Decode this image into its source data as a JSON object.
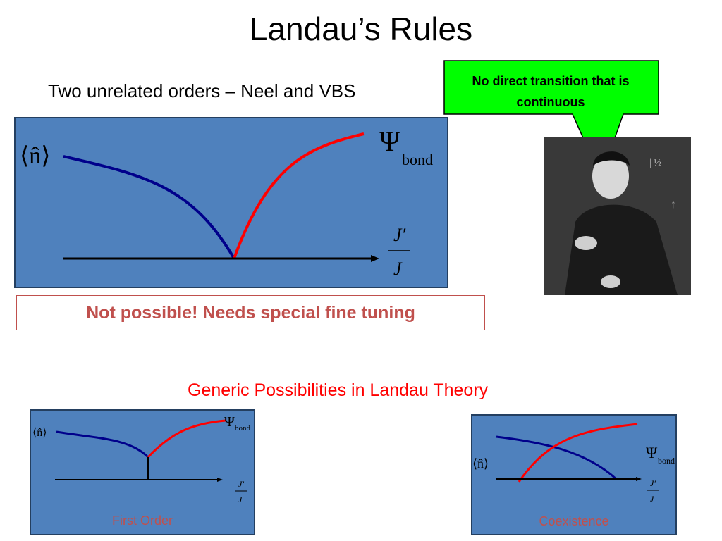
{
  "slide": {
    "title": "Landau’s Rules",
    "subtitle": "Two unrelated orders – Neel and VBS",
    "callout": "No direct transition that is continuous",
    "warning": "Not possible! Needs special fine tuning",
    "generic_heading": "Generic Possibilities in Landau Theory"
  },
  "main_diagram": {
    "order_param_left": "⟨n̂⟩",
    "order_param_right_symbol": "Ψ",
    "order_param_right_sub": "bond",
    "axis_numerator": "J′",
    "axis_denominator": "J",
    "colors": {
      "neel": "#00008b",
      "vbs": "#ff0000",
      "panel": "#4f81bd"
    }
  },
  "first_order_diagram": {
    "order_param_left": "⟨n̂⟩",
    "order_param_right_symbol": "Ψ",
    "order_param_right_sub": "bond",
    "axis_numerator": "J′",
    "axis_denominator": "J",
    "caption": "First Order"
  },
  "coexistence_diagram": {
    "order_param_left": "⟨n̂⟩",
    "order_param_right_symbol": "Ψ",
    "order_param_right_sub": "bond",
    "axis_numerator": "J′",
    "axis_denominator": "J",
    "caption": "Coexistence"
  },
  "photo": {
    "subject": "lecturer-at-blackboard"
  }
}
